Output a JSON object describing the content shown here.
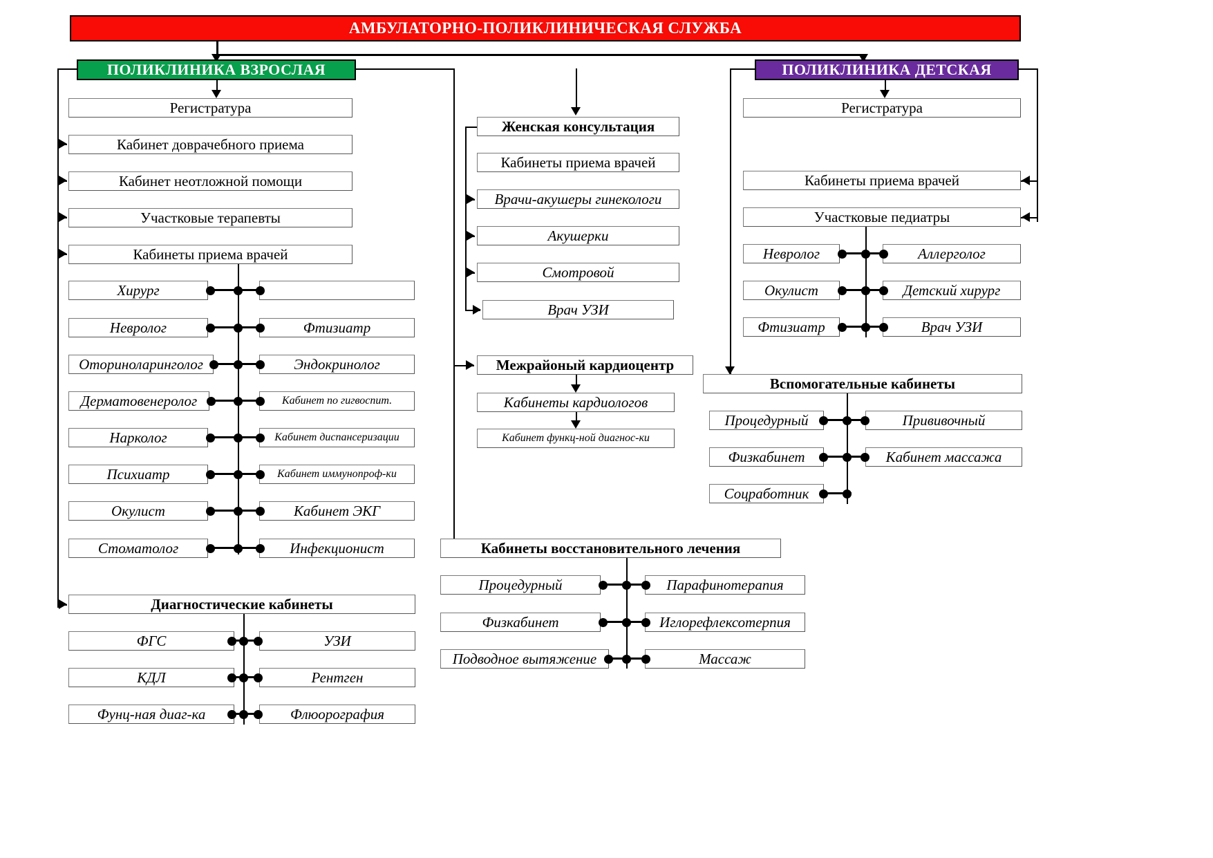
{
  "title": "АМБУЛАТОРНО-ПОЛИКЛИНИЧЕСКАЯ СЛУЖБА",
  "colors": {
    "root_banner": "#f90b06",
    "adult_banner": "#07a04c",
    "child_banner": "#6a2b9e",
    "banner_text": "#ffffff",
    "box_border": "#7a7a7a",
    "connector": "#000000",
    "background": "#ffffff"
  },
  "adult": {
    "banner": "ПОЛИКЛИНИКА ВЗРОСЛАЯ",
    "registry": "Регистратура",
    "pre_doctor": "Кабинет доврачебного приема",
    "emergency": "Кабинет неотложной помощи",
    "therapists": "Участковые терапевты",
    "doctor_rooms": "Кабинеты приема врачей",
    "specialist_rows": [
      {
        "left": "Хирург",
        "right": ""
      },
      {
        "left": "Невролог",
        "right": "Фтизиатр"
      },
      {
        "left": "Оториноларинголог",
        "right": "Эндокринолог"
      },
      {
        "left": "Дерматовенеролог",
        "right": "Кабинет по гигвоспит."
      },
      {
        "left": "Нарколог",
        "right": "Кабинет диспансеризации"
      },
      {
        "left": "Психиатр",
        "right": "Кабинет иммунопроф-ки"
      },
      {
        "left": "Окулист",
        "right": "Кабинет ЭКГ"
      },
      {
        "left": "Стоматолог",
        "right": "Инфекционист"
      }
    ],
    "diagnostics_header": "Диагностические кабинеты",
    "diagnostics_rows": [
      {
        "left": "ФГС",
        "right": "УЗИ"
      },
      {
        "left": "КДЛ",
        "right": "Рентген"
      },
      {
        "left": "Фунц-ная диаг-ка",
        "right": "Флюорография"
      }
    ]
  },
  "center": {
    "womens_header": "Женская консультация",
    "womens_items": [
      "Кабинеты приема врачей",
      "Врачи-акушеры гинекологи",
      "Акушерки",
      "Смотровой",
      "Врач УЗИ"
    ],
    "cardio_header": "Межрайоный кардиоцентр",
    "cardio_items": [
      "Кабинеты кардиологов",
      "Кабинет функц-ной диагнос-ки"
    ],
    "rehab_header": "Кабинеты восстановительного лечения",
    "rehab_rows": [
      {
        "left": "Процедурный",
        "right": "Парафинотерапия"
      },
      {
        "left": "Физкабинет",
        "right": "Иглорефлексотерпия"
      },
      {
        "left": "Подводное вытяжение",
        "right": "Массаж"
      }
    ]
  },
  "child": {
    "banner": "ПОЛИКЛИНИКА ДЕТСКАЯ",
    "registry": "Регистратура",
    "doctor_rooms": "Кабинеты приема врачей",
    "pediatricians": "Участковые педиатры",
    "specialist_rows": [
      {
        "left": "Невролог",
        "right": "Аллерголог"
      },
      {
        "left": "Окулист",
        "right": "Детский хирург"
      },
      {
        "left": "Фтизиатр",
        "right": "Врач УЗИ"
      }
    ],
    "support_header": "Вспомогательные кабинеты",
    "support_rows": [
      {
        "left": "Процедурный",
        "right": "Прививочный"
      },
      {
        "left": "Физкабинет",
        "right": "Кабинет массажа"
      },
      {
        "left": "Соцработник",
        "right": ""
      }
    ]
  }
}
